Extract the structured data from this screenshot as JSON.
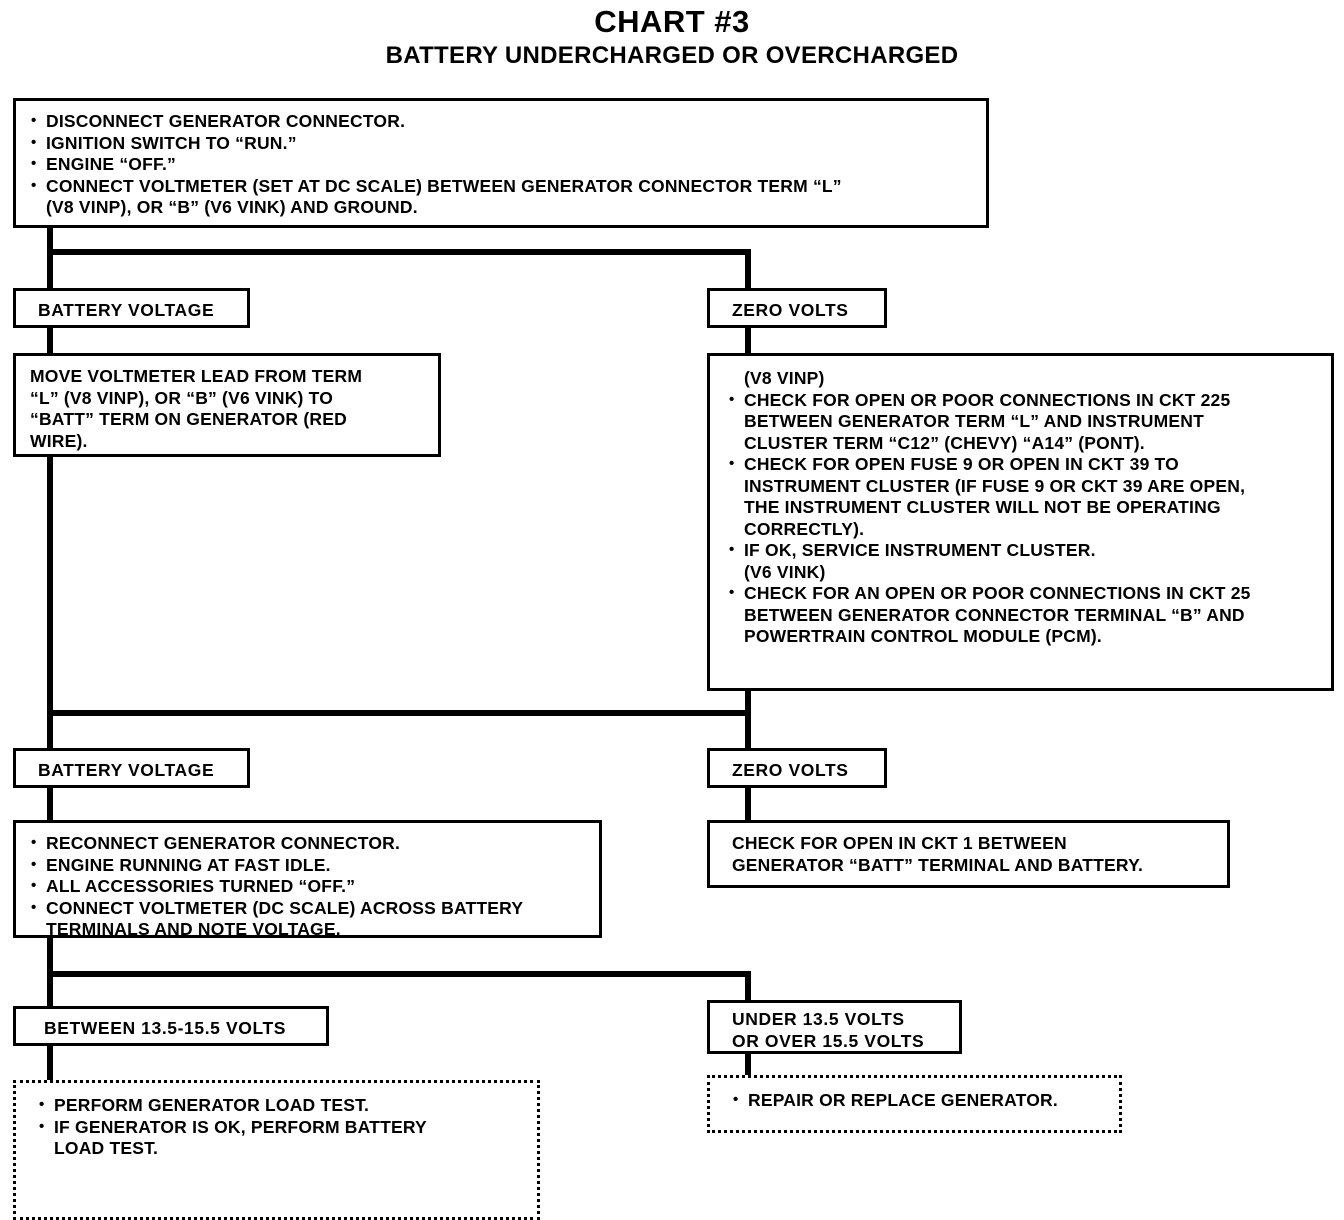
{
  "title": {
    "main": "CHART #3",
    "sub": "BATTERY UNDERCHARGED OR OVERCHARGED"
  },
  "nodes": {
    "step1": {
      "name": "initial-setup-box",
      "lines": [
        "DISCONNECT GENERATOR CONNECTOR.",
        "IGNITION SWITCH TO “RUN.”",
        "ENGINE “OFF.”",
        "CONNECT VOLTMETER (SET AT DC SCALE) BETWEEN GENERATOR CONNECTOR TERM “L”",
        "(V8 VINP), OR “B” (V6 VINK) AND GROUND."
      ]
    },
    "label_battery_voltage_1": "BATTERY VOLTAGE",
    "label_zero_volts_1": "ZERO VOLTS",
    "step2": {
      "name": "move-voltmeter-lead-box",
      "lines": [
        "MOVE VOLTMETER LEAD FROM TERM",
        "“L” (V8 VINP), OR “B” (V6 VINK) TO",
        "“BATT” TERM ON GENERATOR (RED",
        "WIRE)."
      ]
    },
    "step3": {
      "name": "zero-volts-diagnostics-box",
      "lines": [
        "(V8 VINP)",
        "CHECK FOR OPEN OR POOR CONNECTIONS IN CKT 225\nBETWEEN GENERATOR TERM “L” AND INSTRUMENT\nCLUSTER TERM “C12” (CHEVY) “A14” (PONT).",
        "CHECK FOR OPEN FUSE 9 OR OPEN IN CKT 39 TO\nINSTRUMENT CLUSTER (IF FUSE 9 OR CKT 39 ARE OPEN,\nTHE INSTRUMENT CLUSTER WILL NOT BE OPERATING\nCORRECTLY).",
        "IF OK, SERVICE INSTRUMENT CLUSTER.",
        "(V6 VINK)",
        "CHECK FOR AN OPEN OR POOR CONNECTIONS IN CKT 25\nBETWEEN GENERATOR CONNECTOR TERMINAL “B” AND\nPOWERTRAIN CONTROL MODULE (PCM)."
      ],
      "types": [
        "plain",
        "bullet",
        "bullet",
        "bullet",
        "plain",
        "bullet"
      ]
    },
    "label_battery_voltage_2": "BATTERY VOLTAGE",
    "label_zero_volts_2": "ZERO VOLTS",
    "step4": {
      "name": "reconnect-and-measure-box",
      "lines": [
        "RECONNECT GENERATOR CONNECTOR.",
        "ENGINE RUNNING AT FAST IDLE.",
        "ALL ACCESSORIES TURNED “OFF.”",
        "CONNECT VOLTMETER (DC SCALE) ACROSS BATTERY\nTERMINALS AND NOTE VOLTAGE."
      ]
    },
    "step5": {
      "name": "check-ckt1-box",
      "lines": [
        "CHECK FOR OPEN IN CKT 1 BETWEEN",
        "GENERATOR “BATT” TERMINAL AND BATTERY."
      ]
    },
    "label_between_volts": "BETWEEN 13.5-15.5 VOLTS",
    "label_under_over_volts": [
      "UNDER 13.5 VOLTS",
      "OR OVER 15.5 VOLTS"
    ],
    "result_left": {
      "name": "load-test-result-box",
      "lines": [
        "PERFORM GENERATOR LOAD TEST.",
        "IF GENERATOR IS OK, PERFORM BATTERY\nLOAD TEST."
      ]
    },
    "result_right": {
      "name": "repair-replace-result-box",
      "lines": [
        "REPAIR OR REPLACE GENERATOR."
      ]
    }
  },
  "chart_data": {
    "type": "diagram",
    "title": "CHART #3 — BATTERY UNDERCHARGED OR OVERCHARGED",
    "flow": [
      {
        "from": "initial-setup-box",
        "branches": [
          {
            "label": "BATTERY VOLTAGE",
            "to": "move-voltmeter-lead-box"
          },
          {
            "label": "ZERO VOLTS",
            "to": "zero-volts-diagnostics-box"
          }
        ]
      },
      {
        "from": "move-voltmeter-lead-box",
        "branches": [
          {
            "label": "BATTERY VOLTAGE",
            "to": "reconnect-and-measure-box"
          },
          {
            "label": "ZERO VOLTS",
            "to": "check-ckt1-box"
          }
        ]
      },
      {
        "from": "reconnect-and-measure-box",
        "branches": [
          {
            "label": "BETWEEN 13.5-15.5 VOLTS",
            "to": "load-test-result-box"
          },
          {
            "label": "UNDER 13.5 VOLTS OR OVER 15.5 VOLTS",
            "to": "repair-replace-result-box"
          }
        ]
      }
    ],
    "voltage_thresholds": {
      "low": 13.5,
      "high": 15.5,
      "unit": "VOLTS"
    },
    "circuits_referenced": [
      225,
      39,
      25,
      1
    ],
    "fuse_referenced": 9
  }
}
